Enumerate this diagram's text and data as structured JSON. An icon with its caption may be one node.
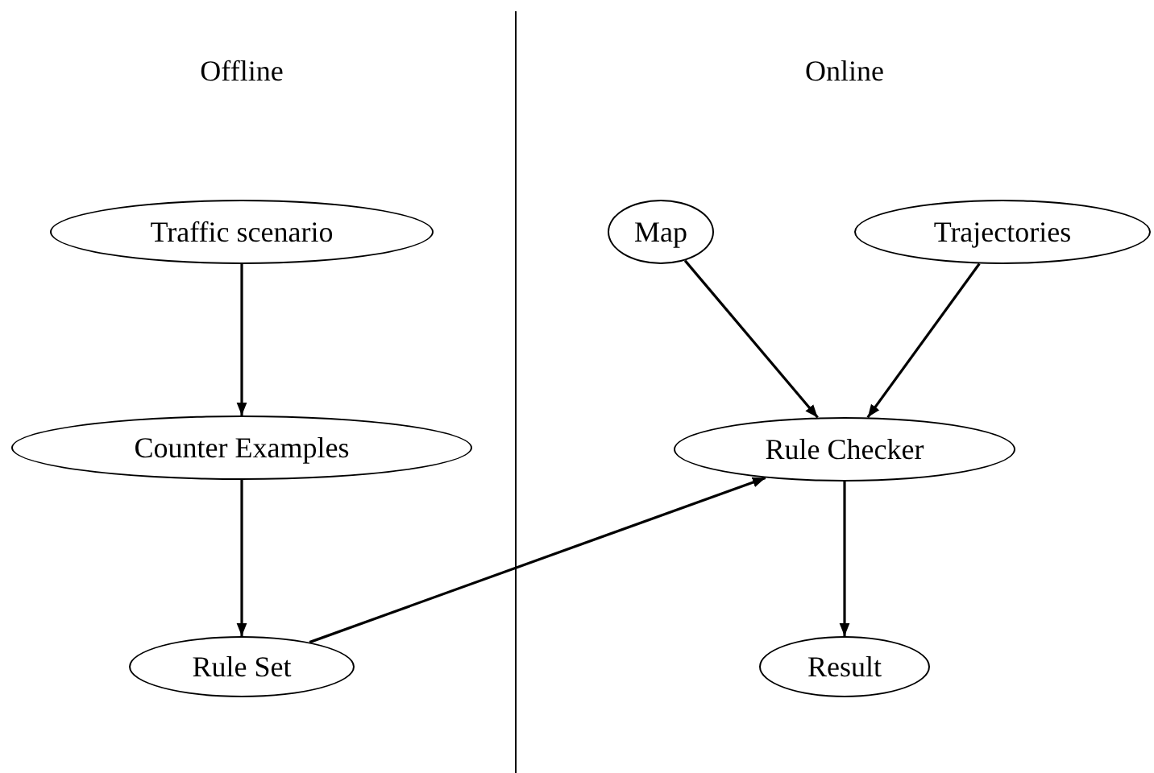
{
  "diagram": {
    "nodes": [
      {
        "text": [
          "Traffic scenario"
        ]
      },
      {
        "text": [
          "Counter Examples"
        ]
      },
      {
        "text": [
          "Rule Set"
        ]
      },
      {
        "text": [
          "Map"
        ]
      },
      {
        "text": [
          "Trajectories"
        ]
      },
      {
        "text": [
          "Rule Checker"
        ]
      },
      {
        "text": [
          "Result"
        ]
      }
    ],
    "edges": [
      {
        "from": 0,
        "to": 1,
        "arrow": "to"
      },
      {
        "from": 1,
        "to": 2,
        "arrow": "to"
      },
      {
        "from": 3,
        "to": 5,
        "arrow": "to"
      },
      {
        "from": 4,
        "to": 5,
        "arrow": "to"
      },
      {
        "from": 2,
        "to": 5,
        "arrow": "to"
      },
      {
        "from": 5,
        "to": 6,
        "arrow": "to"
      }
    ],
    "labels": [
      "Offline",
      "Online"
    ]
  }
}
